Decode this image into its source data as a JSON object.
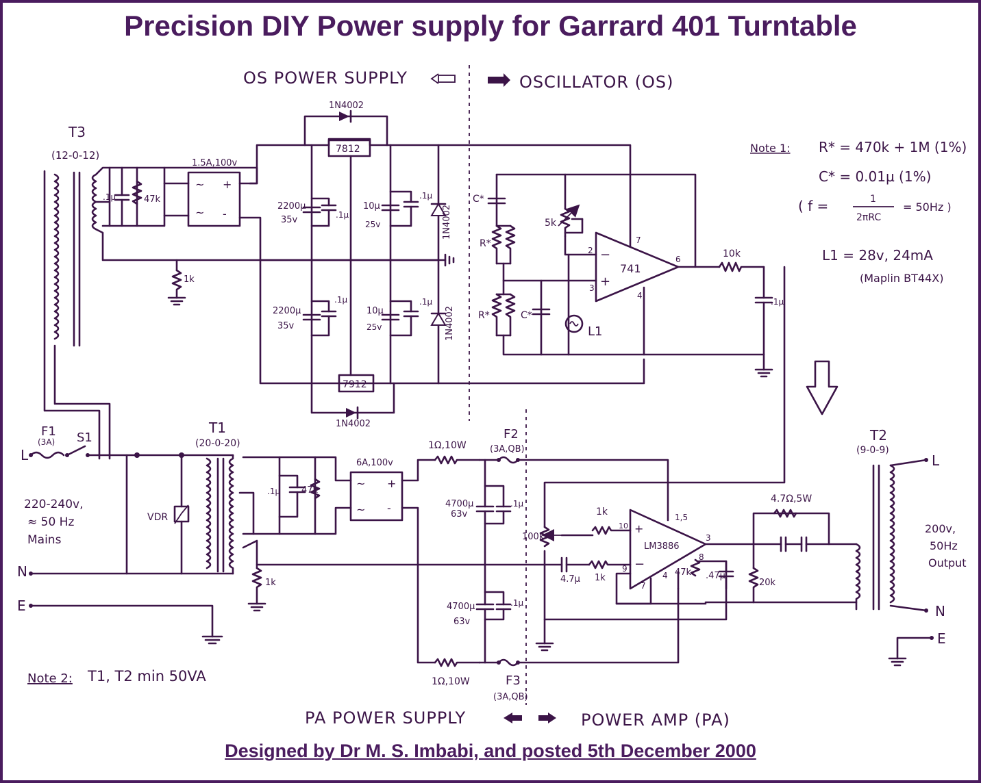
{
  "title": "Precision DIY Power supply for Garrard 401 Turntable",
  "footer": "Designed by Dr M. S. Imbabi, and posted 5th December 2000",
  "sections": {
    "os_power_supply": "OS POWER SUPPLY",
    "oscillator": "OSCILLATOR (OS)",
    "pa_power_supply": "PA POWER SUPPLY",
    "power_amp": "POWER AMP (PA)"
  },
  "notes": {
    "note1_label": "Note 1:",
    "note1_r": "R* = 470k + 1M (1%)",
    "note1_c": "C* = 0.01µ (1%)",
    "note1_f_left": "( f =",
    "note1_f_num": "1",
    "note1_f_den": "2πRC",
    "note1_f_right": "= 50Hz )",
    "note1_l1": "L1 = 28v, 24mA",
    "note1_maplin": "(Maplin BT44X)",
    "note2_label": "Note 2:",
    "note2_text": "T1, T2 min 50VA"
  },
  "components": {
    "t3": "T3",
    "t3_spec": "(12-0-12)",
    "bridge_os": "1.5A,100v",
    "cap_01_t3": ".1µ",
    "res_47k_t3": "47k",
    "res_1k_t3": "1k",
    "diode_top": "1N4002",
    "reg_7812": "7812",
    "reg_7912": "7912",
    "diode_bottom": "1N4002",
    "cap_2200_top": "2200µ",
    "cap_2200_top_v": "35v",
    "cap_01_top": ".1µ",
    "cap_10_top": "10µ",
    "cap_10_top_v": "25v",
    "cap_01_top2": ".1µ",
    "diode_right_top": "1N4002",
    "cap_2200_bot": "2200µ",
    "cap_2200_bot_v": "35v",
    "cap_01_bot": ".1µ",
    "cap_10_bot": "10µ",
    "cap_10_bot_v": "25v",
    "cap_01_bot2": ".1µ",
    "diode_right_bot": "1N4002",
    "osc_c_top": "C*",
    "osc_r_top": "R*",
    "osc_r_bot": "R*",
    "osc_c_bot": "C*",
    "osc_pot": "5k",
    "opamp": "741",
    "pin2": "2",
    "pin3": "3",
    "pin4": "4",
    "pin6": "6",
    "pin7": "7",
    "lamp": "L1",
    "res_10k": "10k",
    "cap_01_osc": ".1µ",
    "f1": "F1",
    "f1_spec": "(3A)",
    "s1": "S1",
    "line_l": "L",
    "line_n": "N",
    "line_e": "E",
    "mains_1": "220-240v,",
    "mains_2": "≈ 50 Hz",
    "mains_3": "Mains",
    "vdr": "VDR",
    "t1": "T1",
    "t1_spec": "(20-0-20)",
    "cap_01_t1": ".1µ",
    "res_47k_t1": "47k",
    "res_1k_t1": "1k",
    "bridge_pa": "6A,100v",
    "res_1r_top": "1Ω,10W",
    "f2": "F2",
    "f2_spec": "(3A,QB)",
    "cap_4700_top": "4700µ",
    "cap_4700_top_v": "63v",
    "cap_01_pa_top": ".1µ",
    "cap_4700_bot": "4700µ",
    "cap_4700_bot_v": "63v",
    "cap_01_pa_bot": ".1µ",
    "res_1r_bot": "1Ω,10W",
    "f3": "F3",
    "f3_spec": "(3A,QB)",
    "pot_100k": "100k",
    "res_1k_in": "1k",
    "res_1k_fb": "1k",
    "cap_47_in": "4.7µ",
    "amp_chip": "LM3886",
    "amp_pin_10": "10",
    "amp_pin_15": "1,5",
    "amp_pin_3": "3",
    "amp_pin_9": "9",
    "amp_pin_7": "7",
    "amp_pin_4": "4",
    "amp_pin_8": "8",
    "res_47k_amp": "47k",
    "cap_47_amp": ".47µ",
    "res_47r": "4.7Ω,5W",
    "res_20k": "20k",
    "t2": "T2",
    "t2_spec": "(9-0-9)",
    "out_l": "L",
    "out_n": "N",
    "out_e": "E",
    "out_1": "200v,",
    "out_2": "50Hz",
    "out_3": "Output"
  }
}
